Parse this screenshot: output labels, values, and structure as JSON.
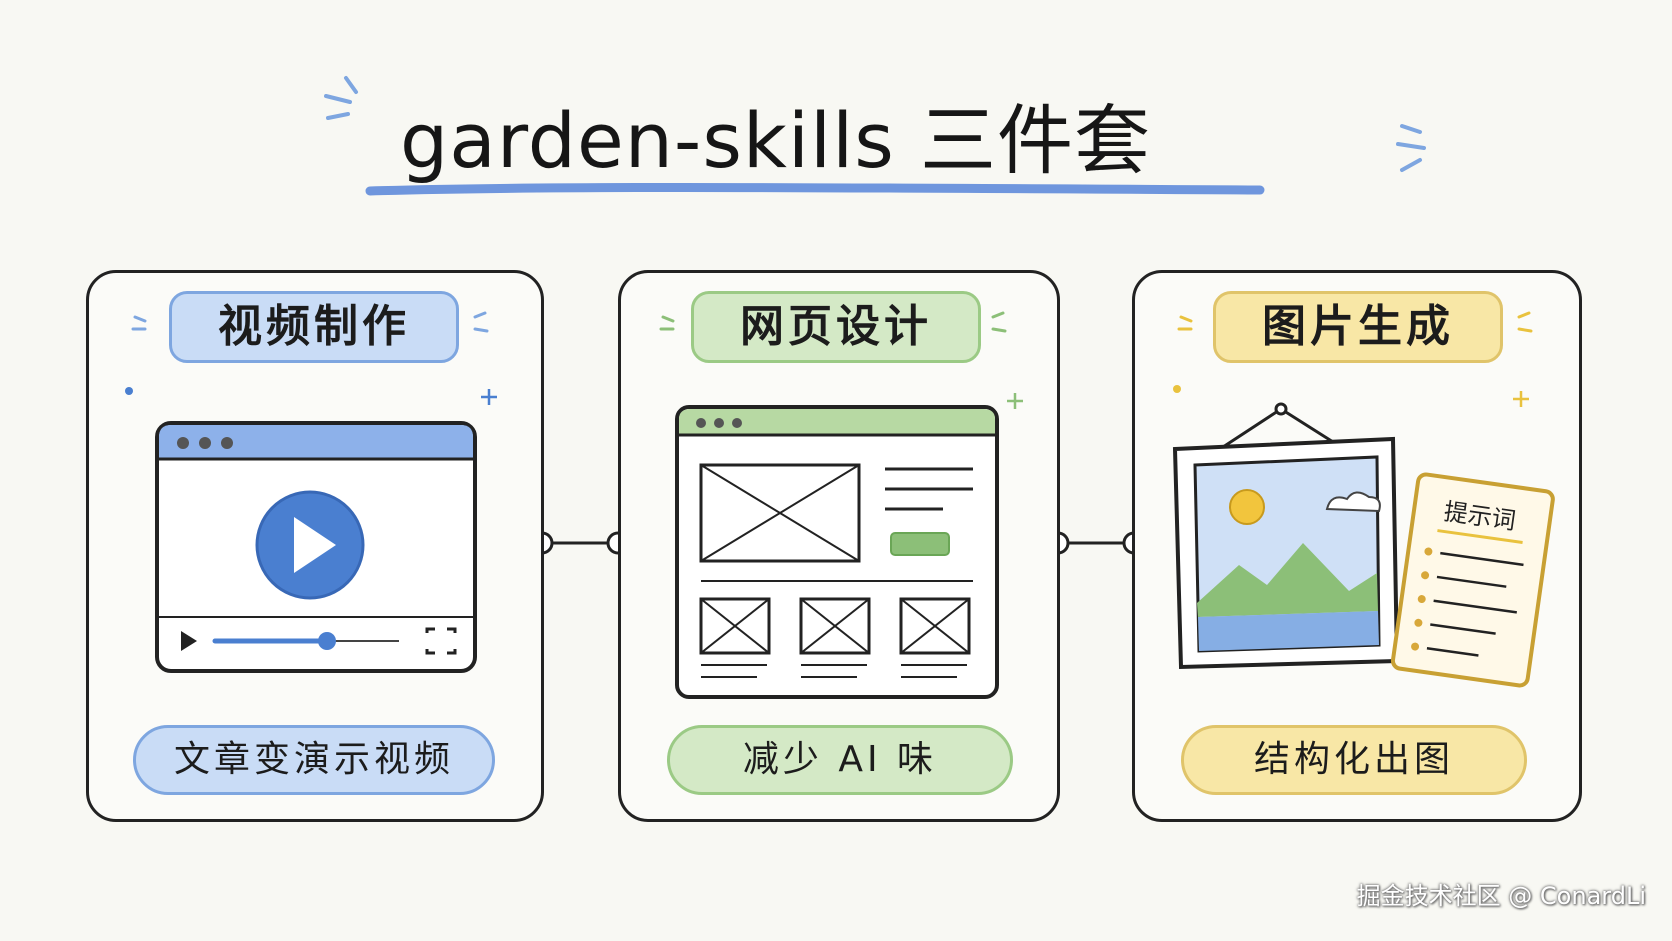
{
  "title": "garden-skills 三件套",
  "cards": [
    {
      "heading": "视频制作",
      "caption": "文章变演示视频",
      "accent": "#7ea6e0",
      "fill": "#c9dcf6"
    },
    {
      "heading": "网页设计",
      "caption": "减少 AI 味",
      "accent": "#9bca85",
      "fill": "#d4e9c6"
    },
    {
      "heading": "图片生成",
      "caption": "结构化出图",
      "accent": "#e0c46a",
      "fill": "#f8e7a6",
      "prompt_note_label": "提示词"
    }
  ],
  "watermark": "掘金技术社区 @ ConardLi",
  "colors": {
    "blue": "#4a7fd0",
    "green": "#8cbf78",
    "yellow": "#e9c23e",
    "ink": "#222222"
  }
}
